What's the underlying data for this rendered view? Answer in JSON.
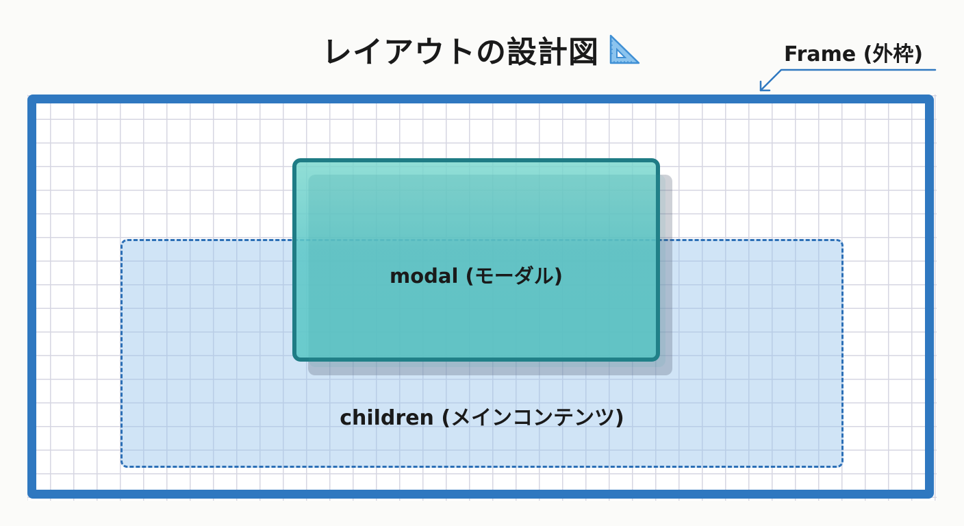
{
  "title": {
    "text": "レイアウトの設計図",
    "icon": "triangle-ruler-icon"
  },
  "frame": {
    "label": "Frame (外枠)",
    "color": "#2f78c0"
  },
  "modal": {
    "label": "modal (モーダル)",
    "color": "#5fc8c8",
    "border_color": "#1f7c85"
  },
  "children": {
    "label": "children (メインコンテンツ)",
    "color": "#96c3eb",
    "border_color": "#2c6fb6"
  },
  "grid": {
    "line_color": "#d6d6e2"
  }
}
